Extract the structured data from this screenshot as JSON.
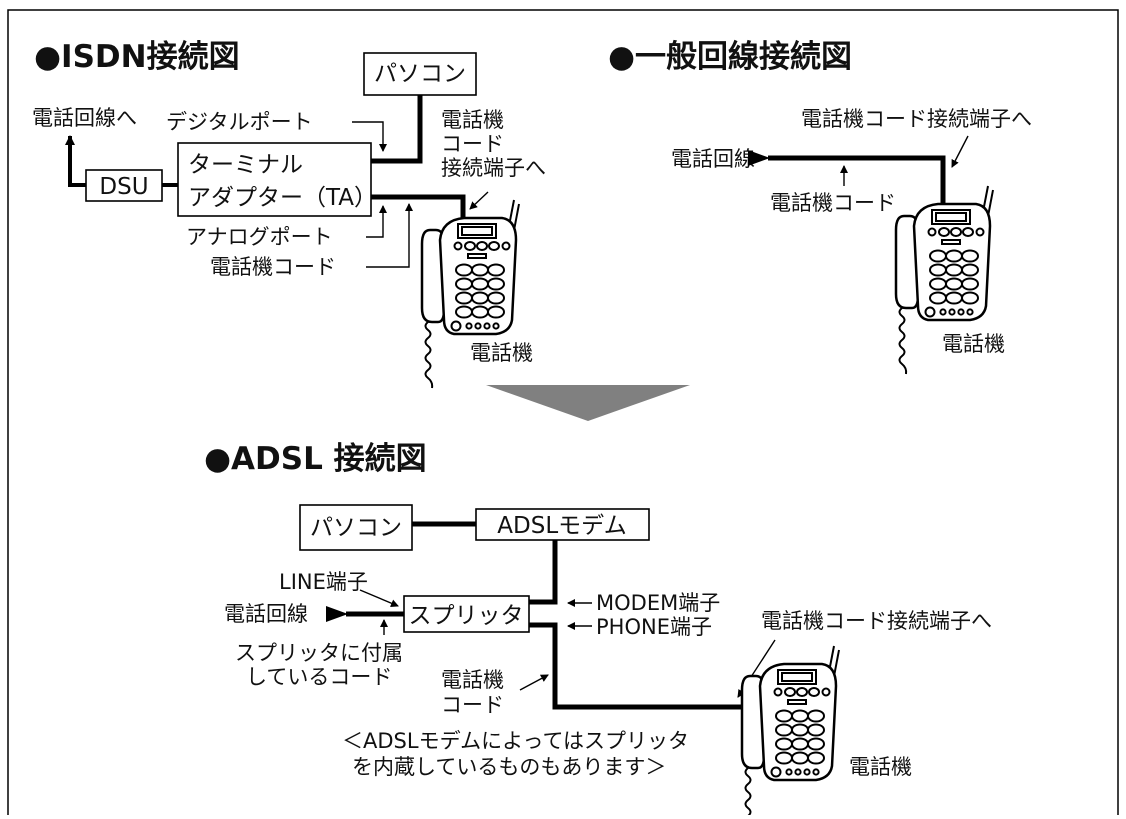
{
  "isdn": {
    "title": "●ISDN接続図",
    "pc": "パソコン",
    "phone_line": "電話回線へ",
    "dsu": "DSU",
    "ta_line1": "ターミナル",
    "ta_line2": "アダプター（TA）",
    "digital_port": "デジタルポート",
    "analog_port": "アナログポート",
    "phone_cord": "電話機コード",
    "jack_line1": "電話機",
    "jack_line2": "コード",
    "jack_line3": "接続端子へ",
    "phone": "電話機"
  },
  "general": {
    "title": "●一般回線接続図",
    "jack": "電話機コード接続端子へ",
    "phone_line": "電話回線",
    "phone_cord": "電話機コード",
    "phone": "電話機"
  },
  "adsl": {
    "title": "●ADSL 接続図",
    "pc": "パソコン",
    "modem": "ADSLモデム",
    "line_port": "LINE端子",
    "phone_line": "電話回線",
    "splitter": "スプリッタ",
    "modem_port": "MODEM端子",
    "phone_port": "PHONE端子",
    "jack": "電話機コード接続端子へ",
    "cord_line1": "スプリッタに付属",
    "cord_line2": "しているコード",
    "phone_cord_line1": "電話機",
    "phone_cord_line2": "コード",
    "note_line1": "＜ADSLモデムによってはスプリッタ",
    "note_line2": "を内蔵しているものもあります＞",
    "phone": "電話機"
  },
  "colors": {
    "frame": "#000000",
    "arrow_fill": "#808080",
    "line": "#000000"
  },
  "icons": {
    "telephone": "cordless-telephone-icon",
    "transition": "down-triangle-arrow-icon"
  }
}
